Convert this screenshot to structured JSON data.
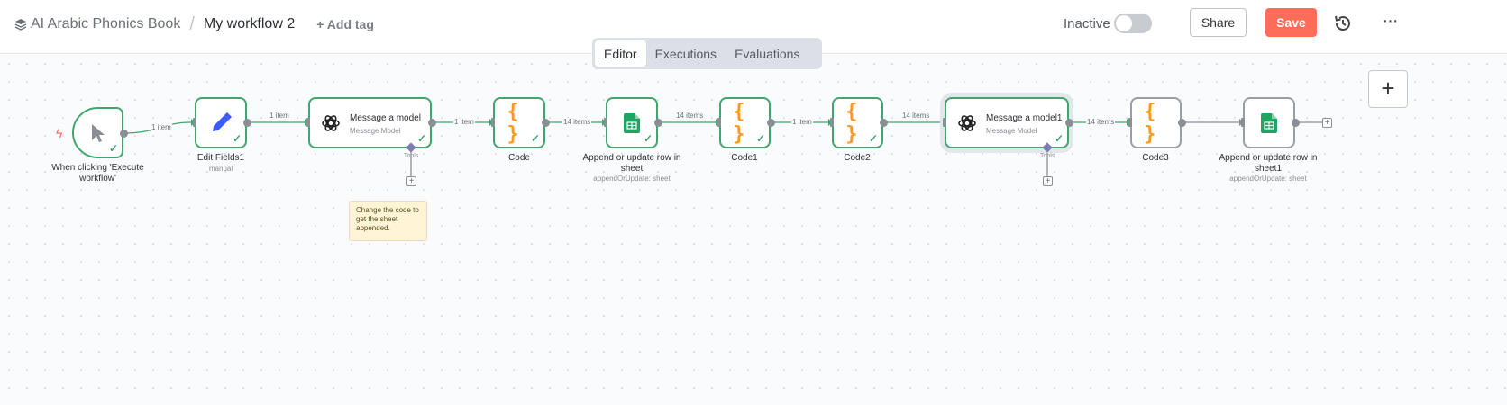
{
  "header": {
    "project": "AI Arabic Phonics Book",
    "separator": "/",
    "workflow_name": "My workflow 2",
    "add_tag": "+ Add tag",
    "status": "Inactive",
    "share": "Share",
    "save": "Save",
    "more": "···"
  },
  "tabs": [
    {
      "label": "Editor",
      "active": true
    },
    {
      "label": "Executions",
      "active": false
    },
    {
      "label": "Evaluations",
      "active": false
    }
  ],
  "nodes": {
    "trigger": {
      "label": "When clicking 'Execute workflow'"
    },
    "edit_fields": {
      "label": "Edit Fields1",
      "sub": "manual"
    },
    "message_model": {
      "title": "Message a model",
      "sub": "Message Model",
      "tools": "Tools"
    },
    "code": {
      "label": "Code"
    },
    "sheet": {
      "label": "Append or update row in sheet",
      "sub": "appendOrUpdate: sheet"
    },
    "code1": {
      "label": "Code1"
    },
    "code2": {
      "label": "Code2"
    },
    "message_model1": {
      "title": "Message a model1",
      "sub": "Message Model",
      "tools": "Tools"
    },
    "code3": {
      "label": "Code3"
    },
    "sheet1": {
      "label": "Append or update row in sheet1",
      "sub": "appendOrUpdate: sheet"
    }
  },
  "edges": {
    "e1": "1 item",
    "e2": "1 item",
    "e3": "1 item",
    "e4": "14 items",
    "e5": "14 items",
    "e6": "1 item",
    "e7": "14 items",
    "e8": "14 items"
  },
  "sticky_note": "Change the code to get the sheet appended.",
  "icons": {
    "code": "{ }",
    "plus": "+",
    "check": "✓",
    "bolt": "ϟ"
  },
  "colors": {
    "success": "#3fa66d",
    "save": "#ff6d5a",
    "code_icon": "#ff9922",
    "sheets": "#1fa463"
  }
}
